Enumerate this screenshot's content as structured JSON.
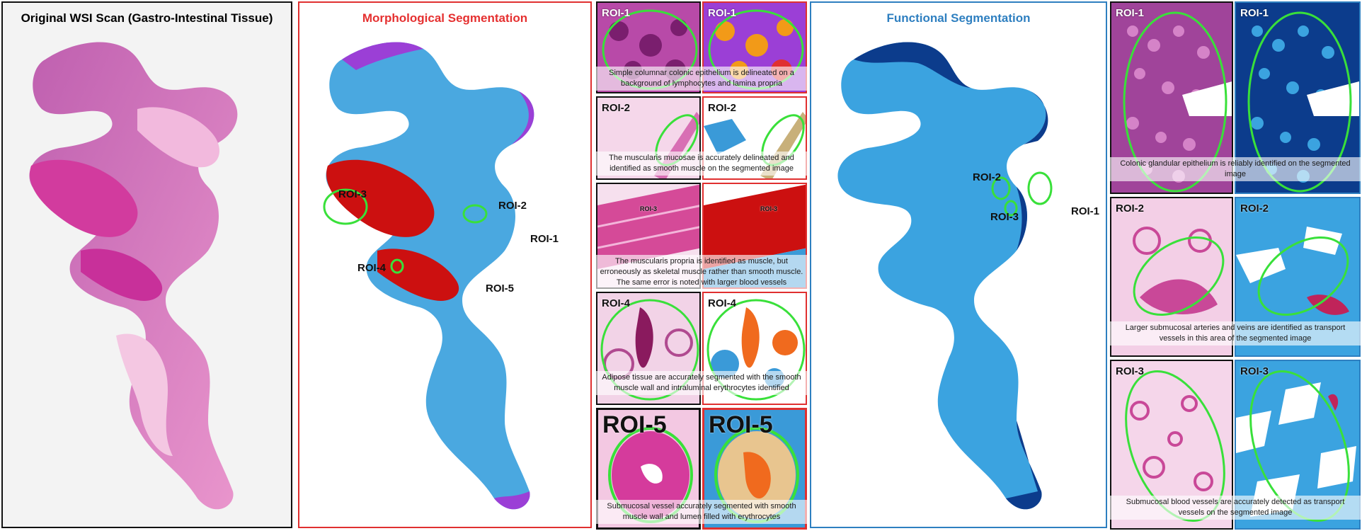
{
  "panels": {
    "original": {
      "title": "Original WSI Scan (Gastro-Intestinal Tissue)",
      "title_color": "#111111"
    },
    "morphological": {
      "title": "Morphological Segmentation",
      "title_color": "#e53030",
      "roi_labels": [
        "ROI-1",
        "ROI-2",
        "ROI-3",
        "ROI-4",
        "ROI-5"
      ]
    },
    "functional": {
      "title": "Functional Segmentation",
      "title_color": "#2e7fc0",
      "roi_labels": [
        "ROI-1",
        "ROI-2",
        "ROI-3"
      ]
    }
  },
  "morph_tiles": [
    {
      "left_label": "ROI-1",
      "right_label": "ROI-1",
      "caption": "Simple columnar colonic epithelium is delineated on a background of lymphocytes and lamina propria"
    },
    {
      "left_label": "ROI-2",
      "right_label": "ROI-2",
      "caption": "The muscularis mucosae is accurately delineated and identified as smooth muscle on the segmented image"
    },
    {
      "left_label": "ROI-3",
      "right_label": "ROI-3",
      "caption": "The muscularis propria is identified as muscle, but erroneously as skeletal muscle rather than smooth muscle. The same error is noted with larger blood vessels"
    },
    {
      "left_label": "ROI-4",
      "right_label": "ROI-4",
      "caption": "Adipose tissue are accurately segmented with the smooth muscle wall and intraluminal erythrocytes identified"
    },
    {
      "left_label": "ROI-5",
      "right_label": "ROI-5",
      "caption": "Submucosal vessel accurately segmented with smooth muscle wall and lumen filled with erythrocytes"
    }
  ],
  "func_tiles": [
    {
      "left_label": "ROI-1",
      "right_label": "ROI-1",
      "caption": "Colonic glandular epithelium is reliably identified on the segmented image"
    },
    {
      "left_label": "ROI-2",
      "right_label": "ROI-2",
      "caption": "Larger submucosal arteries and veins are identified as transport vessels in this area of the segmented image"
    },
    {
      "left_label": "ROI-3",
      "right_label": "ROI-3",
      "caption": "Submucosal blood vessels are accurately detected as transport vessels on the segmented image"
    }
  ],
  "colors": {
    "he_pink": "#e070b8",
    "he_purple": "#9a3d8e",
    "seg_red": "#cc1010",
    "seg_blue": "#3a9ad8",
    "seg_purple": "#9b3fd6",
    "seg_orange": "#f06a1e",
    "func_light": "#3ba3e0",
    "func_dark": "#0c3c8c",
    "roi_green": "#39e03a"
  }
}
